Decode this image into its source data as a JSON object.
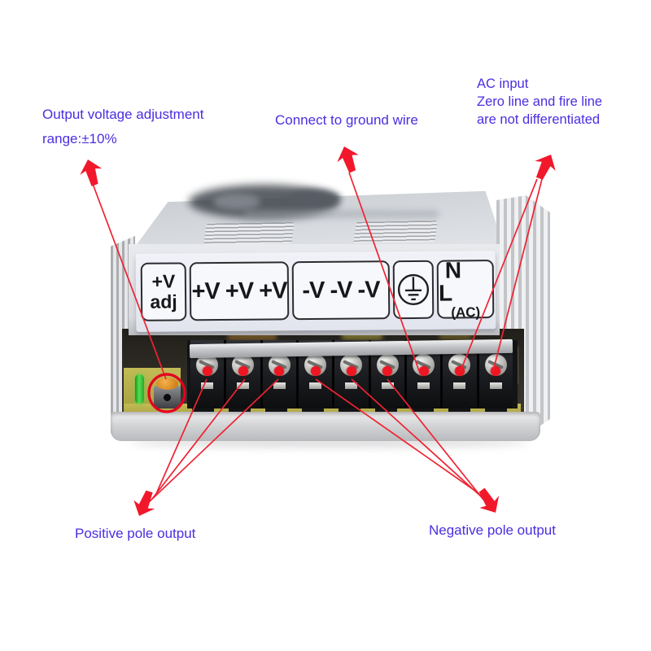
{
  "colors": {
    "background": "#ffffff",
    "annotation_text": "#4a2ee0",
    "arrow_red": "#f1182b",
    "line_red": "#ef2333",
    "highlight_circle_red": "#e50021",
    "terminal_dot_red": "#ee1622",
    "case_silver": "#d8dadd",
    "label_sticker": "#f1f2f8",
    "terminal_block_black": "#131416",
    "pcb_olive": "#b9b14e",
    "led_green": "#3ec53e",
    "pot_orange": "#e29427"
  },
  "annotations": {
    "output_adjustment": {
      "line1": "Output voltage adjustment",
      "line2": "range:±10%"
    },
    "ground": {
      "label": "Connect to ground wire"
    },
    "ac_input": {
      "line1": "AC input",
      "line2": "Zero line and fire line",
      "line3": "are not differentiated"
    },
    "positive_output": {
      "label": "Positive pole output"
    },
    "negative_output": {
      "label": "Negative pole output"
    }
  },
  "device": {
    "panel": {
      "adj_top": "+V",
      "adj_bottom": "adj",
      "positive_group": "+V +V +V",
      "negative_group": "-V -V -V",
      "ground_symbol": "earth-ground-symbol",
      "ac_top": "N L",
      "ac_bottom": "(AC)"
    },
    "terminals": [
      "+V-1",
      "+V-2",
      "+V-3",
      "-V-1",
      "-V-2",
      "-V-3",
      "ground",
      "N",
      "L"
    ]
  }
}
